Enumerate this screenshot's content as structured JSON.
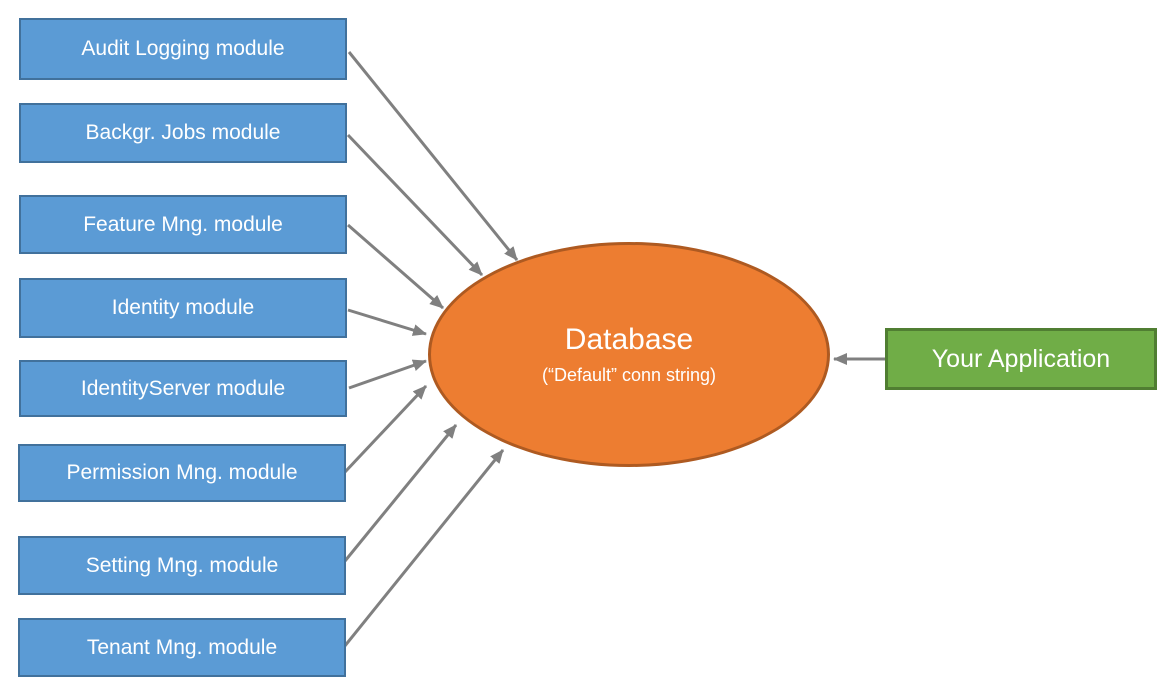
{
  "diagram": {
    "modules": [
      {
        "label": "Audit Logging module"
      },
      {
        "label": "Backgr. Jobs module"
      },
      {
        "label": "Feature Mng. module"
      },
      {
        "label": "Identity module"
      },
      {
        "label": "IdentityServer module"
      },
      {
        "label": "Permission Mng. module"
      },
      {
        "label": "Setting Mng. module"
      },
      {
        "label": "Tenant Mng. module"
      }
    ],
    "database": {
      "title": "Database",
      "subtitle": "(“Default” conn string)"
    },
    "application": {
      "label": "Your Application"
    },
    "connections": [
      {
        "from": "Audit Logging module",
        "to": "Database"
      },
      {
        "from": "Backgr. Jobs module",
        "to": "Database"
      },
      {
        "from": "Feature Mng. module",
        "to": "Database"
      },
      {
        "from": "Identity module",
        "to": "Database"
      },
      {
        "from": "IdentityServer module",
        "to": "Database"
      },
      {
        "from": "Permission Mng. module",
        "to": "Database"
      },
      {
        "from": "Setting Mng. module",
        "to": "Database"
      },
      {
        "from": "Tenant Mng. module",
        "to": "Database"
      },
      {
        "from": "Your Application",
        "to": "Database"
      }
    ],
    "colors": {
      "module_fill": "#5B9BD5",
      "module_border": "#41719C",
      "database_fill": "#ED7D31",
      "database_border": "#AE5A21",
      "application_fill": "#70AD47",
      "application_border": "#507E32",
      "arrow": "#808080",
      "text": "#FFFFFF"
    }
  }
}
